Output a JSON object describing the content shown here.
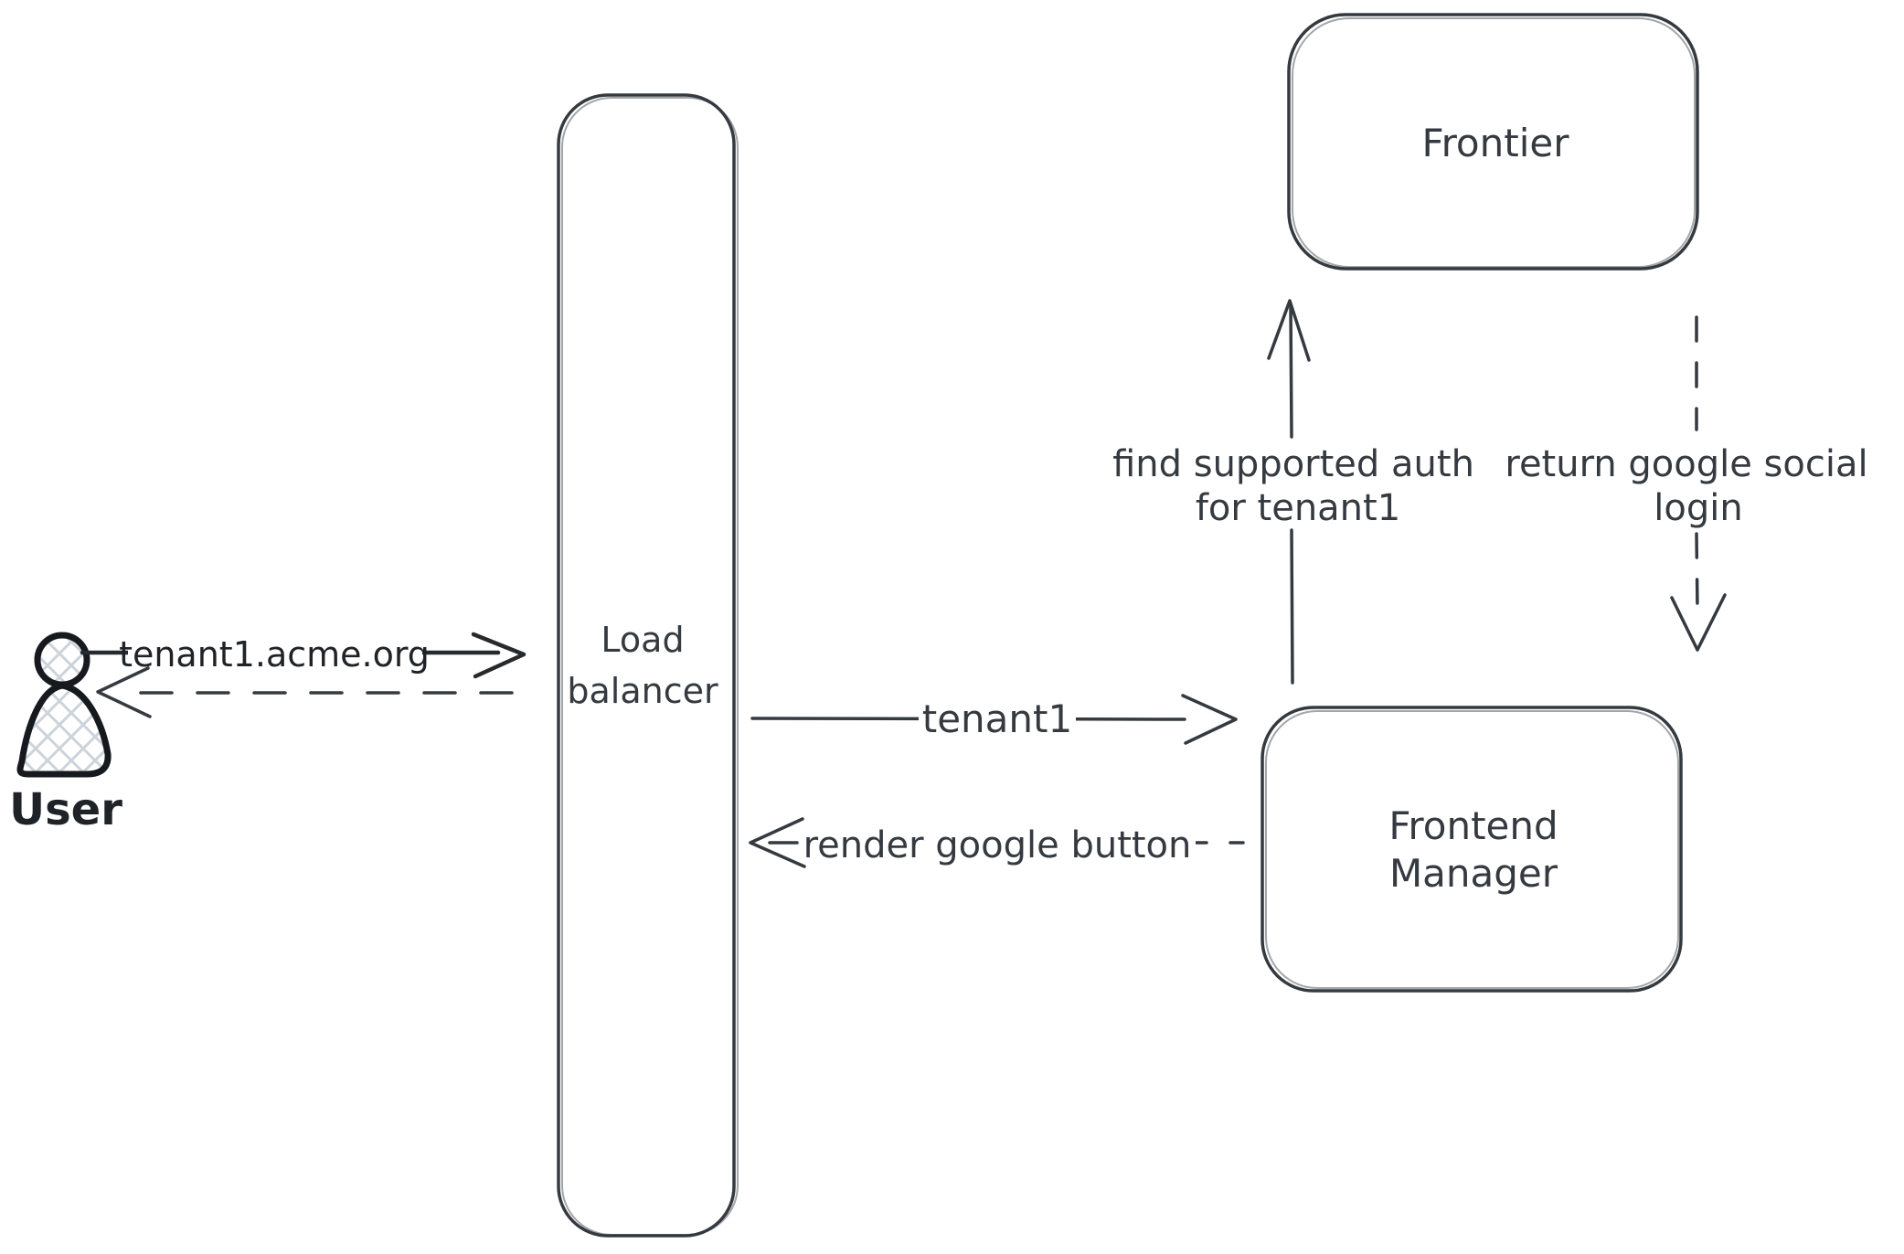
{
  "diagram": {
    "colors": {
      "background": "#ffffff",
      "stroke_primary": "#343a40",
      "stroke_dark": "#1f2327",
      "actor_hatch": "#ccd4db"
    },
    "nodes": {
      "user": {
        "label": "User"
      },
      "load_balancer": {
        "lines": [
          "Load",
          "balancer"
        ]
      },
      "frontier": {
        "label": "Frontier"
      },
      "frontend_manager": {
        "lines": [
          "Frontend",
          "Manager"
        ]
      }
    },
    "edges": {
      "user_to_load_balancer": {
        "label": "tenant1.acme.org",
        "style": "solid",
        "direction": "right"
      },
      "load_balancer_to_user": {
        "label": "",
        "style": "dashed",
        "direction": "left"
      },
      "load_balancer_to_frontend_manager": {
        "label": "tenant1",
        "style": "solid",
        "direction": "right"
      },
      "frontend_manager_to_load_balancer": {
        "label": "render google button",
        "style": "dashed",
        "direction": "left"
      },
      "frontend_manager_to_frontier": {
        "lines": [
          "find supported auth",
          "for tenant1"
        ],
        "style": "solid",
        "direction": "up"
      },
      "frontier_to_frontend_manager": {
        "lines": [
          "return google social",
          "login"
        ],
        "style": "dashed",
        "direction": "down"
      }
    }
  }
}
